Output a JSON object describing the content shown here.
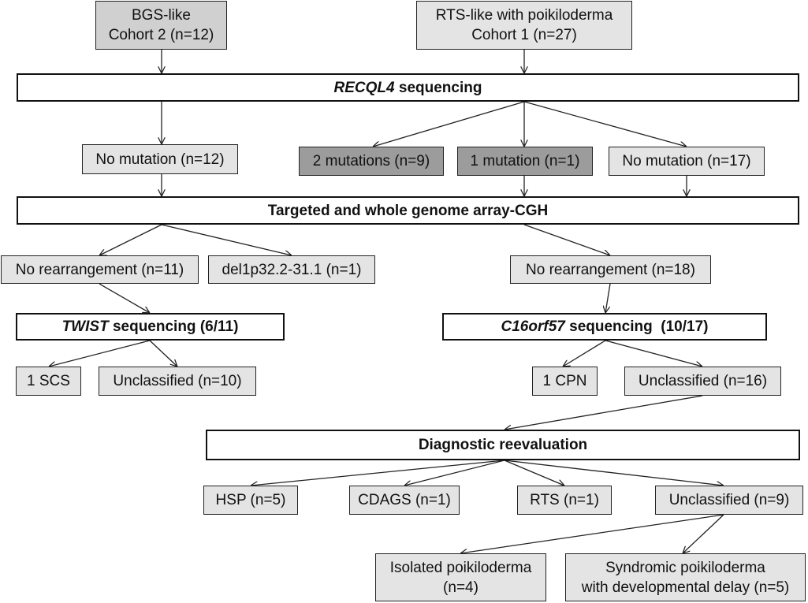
{
  "cohort2": {
    "line1": "BGS-like",
    "line2": "Cohort 2 (n=12)"
  },
  "cohort1": {
    "line1": "RTS-like with poikiloderma",
    "line2": "Cohort 1 (n=27)"
  },
  "recql4_step": {
    "gene": "RECQL4",
    "label": " sequencing"
  },
  "recql4_results": {
    "left_no_mutation": "No mutation (n=12)",
    "two_mutations": "2 mutations (n=9)",
    "one_mutation": "1 mutation (n=1)",
    "right_no_mutation": "No mutation (n=17)"
  },
  "cgh_step": {
    "label": "Targeted and whole genome array-CGH"
  },
  "cgh_results": {
    "left_no_rearrangement": "No rearrangement (n=11)",
    "deletion": "del1p32.2-31.1 (n=1)",
    "right_no_rearrangement": "No rearrangement (n=18)"
  },
  "twist_step": {
    "gene": "TWIST",
    "label": " sequencing (6/11)"
  },
  "c16_step": {
    "gene": "C16orf57",
    "label": " sequencing  (10/17)"
  },
  "twist_results": {
    "scs": "1 SCS",
    "unclassified": "Unclassified (n=10)"
  },
  "c16_results": {
    "cpn": "1 CPN",
    "unclassified": "Unclassified (n=16)"
  },
  "reevaluation_step": {
    "label": "Diagnostic reevaluation"
  },
  "reevaluation_results": {
    "hsp": "HSP (n=5)",
    "cdags": "CDAGS (n=1)",
    "rts": "RTS (n=1)",
    "unclassified": "Unclassified (n=9)"
  },
  "final_results": {
    "isolated_line1": "Isolated poikiloderma",
    "isolated_line2": "(n=4)",
    "syndromic_line1": "Syndromic poikiloderma",
    "syndromic_line2": "with developmental delay (n=5)"
  },
  "colors": {
    "light_box": "#e4e4e4",
    "mid_box": "#d0d0d0",
    "dark_box": "#9c9c9c",
    "line": "#222222"
  }
}
